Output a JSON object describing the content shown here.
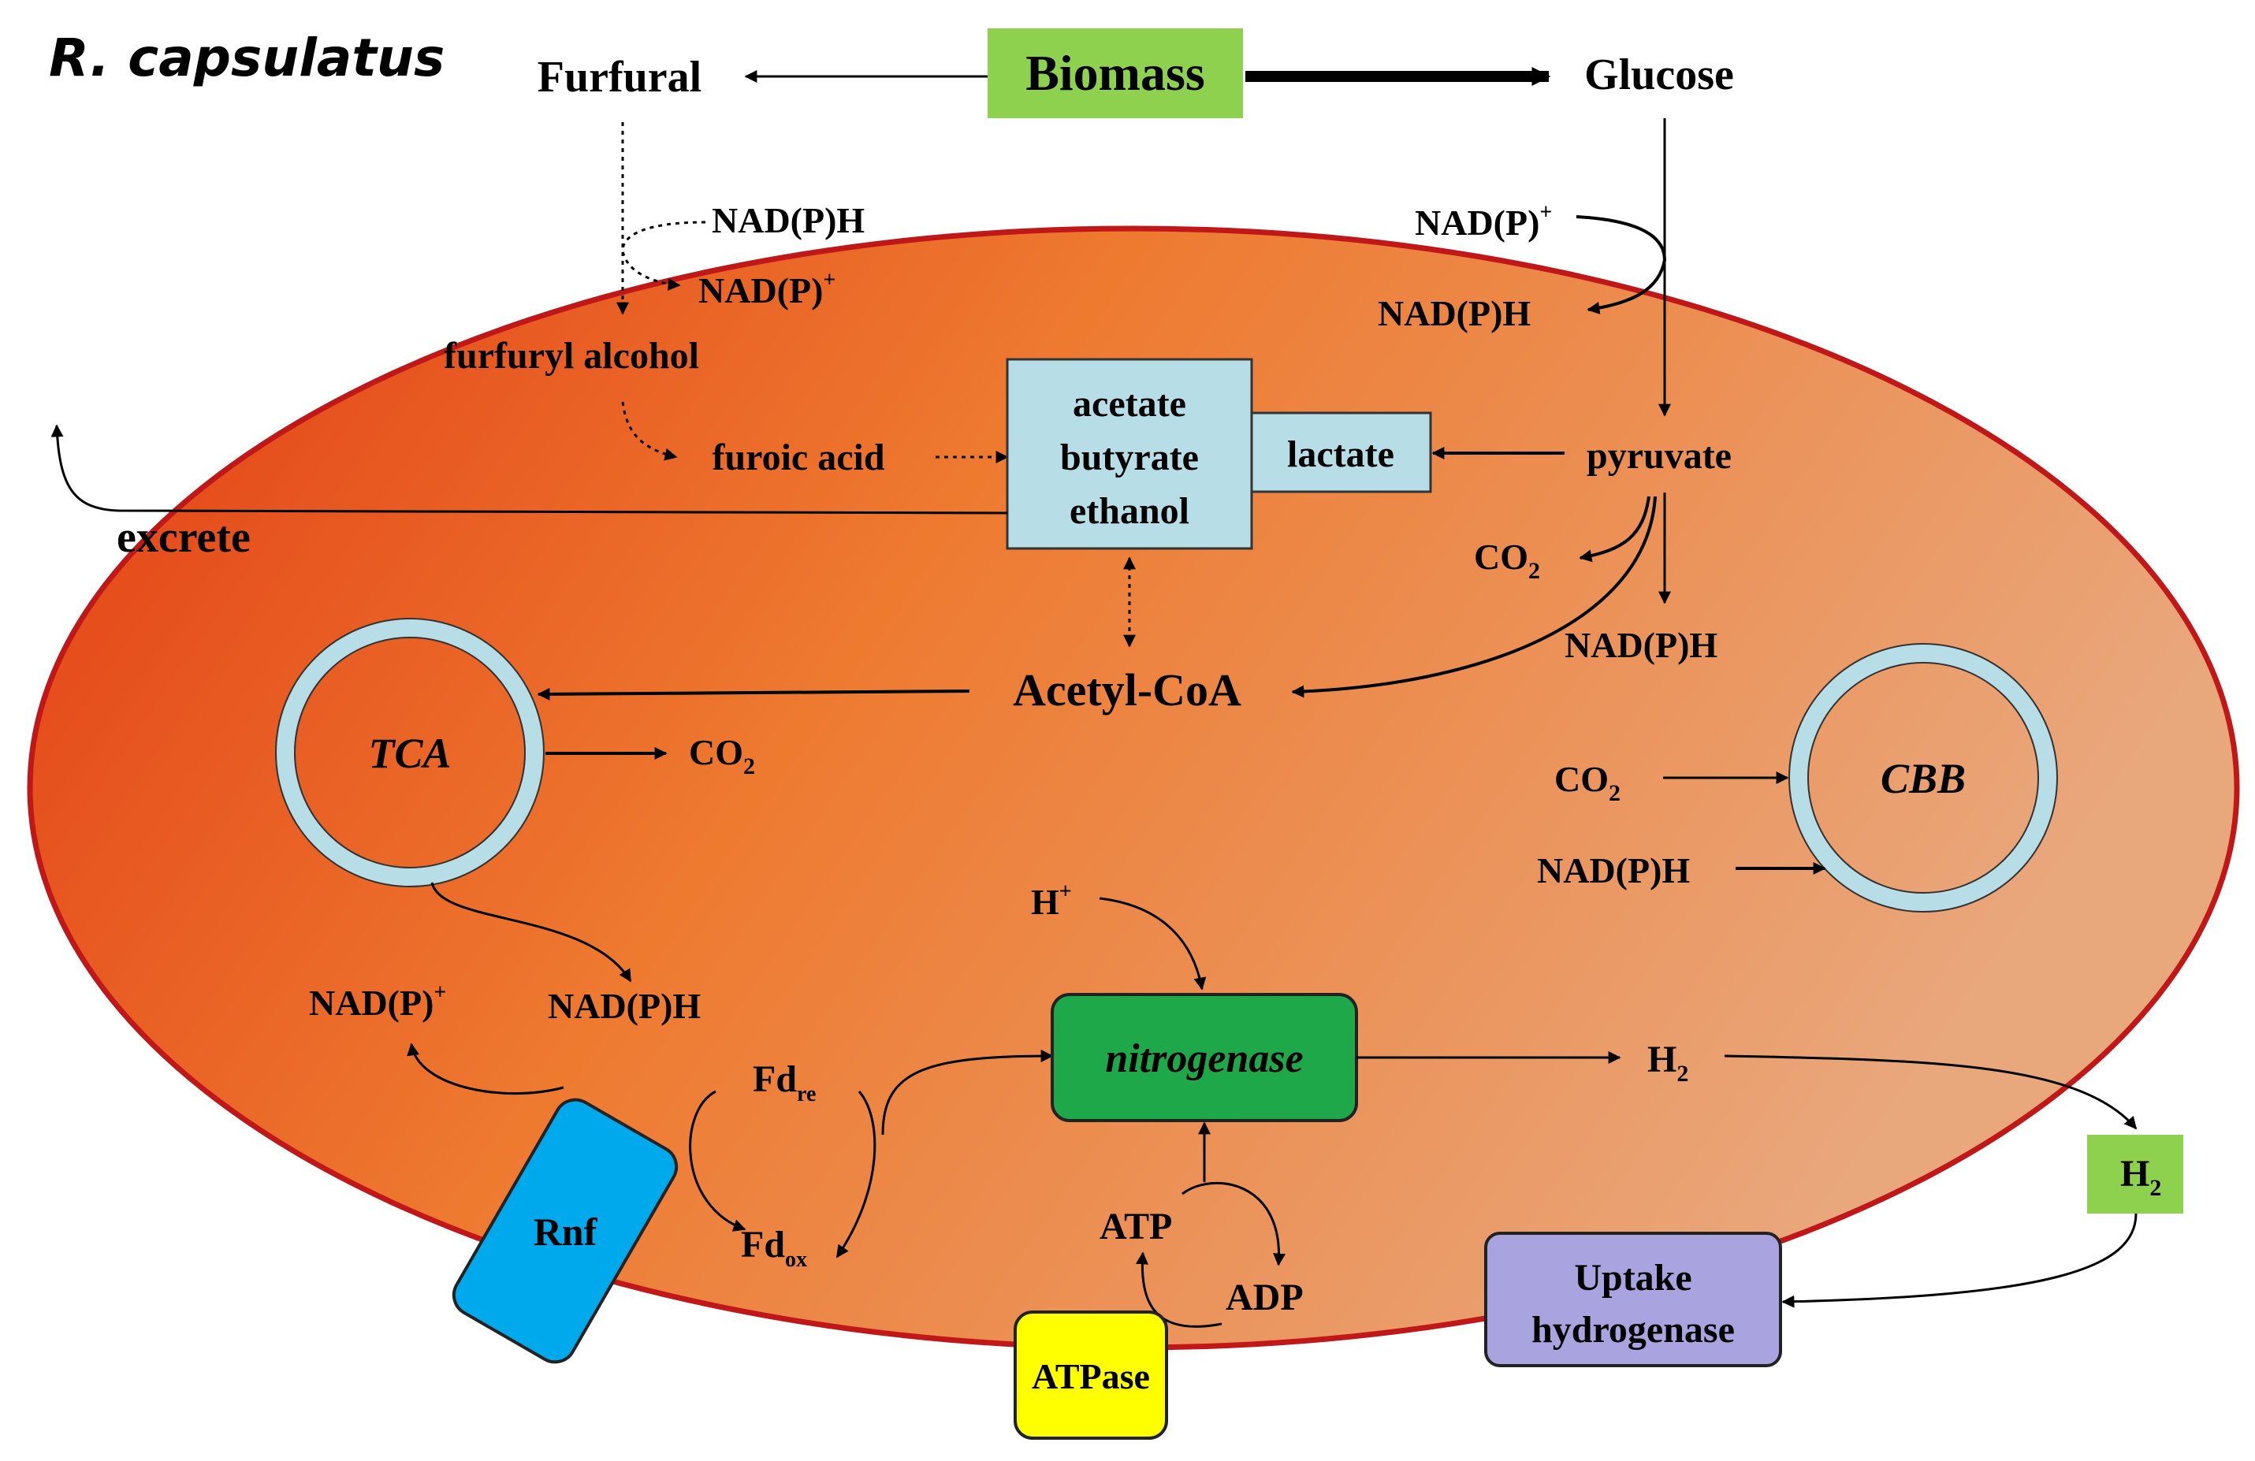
{
  "organism": "R. capsulatus",
  "colors": {
    "cell_fill_start": "#e23b14",
    "cell_fill_mid": "#ee7a30",
    "cell_fill_end": "#e9a77c",
    "cell_border": "#c01818",
    "biomass_box": "#8ed14f",
    "acid_box": "#b7dde6",
    "cycle_ring": "#b7dde6",
    "nitrogenase_box": "#1ea84a",
    "rnf_box": "#00a8ec",
    "atpase_box": "#ffff00",
    "hydrogenase_box": "#a9a3e0",
    "h2_box": "#8ed14f"
  },
  "nodes": {
    "biomass": "Biomass",
    "furfural": "Furfural",
    "glucose": "Glucose",
    "nadph_top": "NAD(P)H",
    "nadp_top": "NAD(P)",
    "furfuryl_alcohol": "furfuryl alcohol",
    "furoic_acid": "furoic acid",
    "nadp_glu": "NAD(P)",
    "nadph_glu": "NAD(P)H",
    "acids": [
      "acetate",
      "butyrate",
      "ethanol"
    ],
    "lactate": "lactate",
    "pyruvate": "pyruvate",
    "co2_pyr": "CO",
    "nadph_pyr": "NAD(P)H",
    "excrete": "excrete",
    "acetyl_coa": "Acetyl-CoA",
    "tca": "TCA",
    "co2_tca": "CO",
    "cbb": "CBB",
    "co2_cbb": "CO",
    "nadph_cbb": "NAD(P)H",
    "h_plus": "H",
    "nadp_rnf": "NAD(P)",
    "nadph_rnf": "NAD(P)H",
    "fd": "Fd",
    "fd_re_sub": "re",
    "fd_ox_sub": "ox",
    "nitrogenase": "nitrogenase",
    "h2_inside": "H",
    "h2_outside": "H",
    "rnf": "Rnf",
    "atp": "ATP",
    "adp": "ADP",
    "atpase": "ATPase",
    "hydrogenase_lines": [
      "Uptake",
      "hydrogenase"
    ],
    "sub_2": "2",
    "sup_plus": "+"
  }
}
